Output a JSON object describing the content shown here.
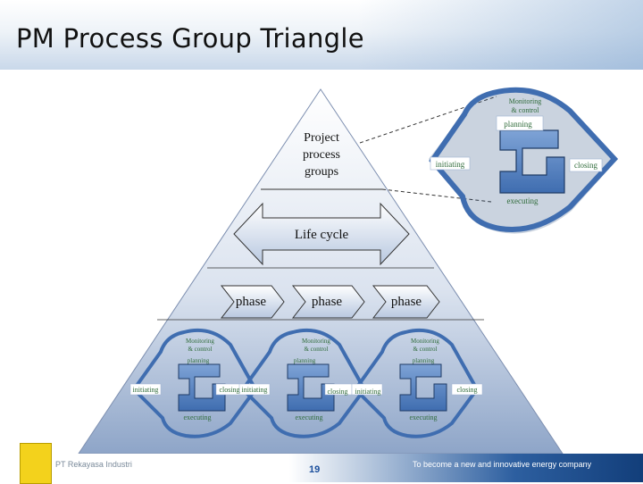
{
  "title": "PM Process Group Triangle",
  "top": {
    "label_line1": "Project",
    "label_line2": "process",
    "label_line3": "groups",
    "cycle": {
      "monitoring_line1": "Monitoring",
      "monitoring_line2": "& control",
      "planning": "planning",
      "initiating": "initiating",
      "closing": "closing",
      "executing": "executing"
    }
  },
  "life_cycle": "Life cycle",
  "phases": [
    "phase",
    "phase",
    "phase"
  ],
  "mini_cycles": [
    {
      "monitoring_line1": "Monitoring",
      "monitoring_line2": "& control",
      "planning": "planning",
      "initiating": "initiating",
      "closing": "closing",
      "executing": "executing"
    },
    {
      "monitoring_line1": "Monitoring",
      "monitoring_line2": "& control",
      "planning": "planning",
      "initiating": "initiating",
      "closing": "closing",
      "executing": "executing"
    },
    {
      "monitoring_line1": "Monitoring",
      "monitoring_line2": "& control",
      "planning": "planning",
      "initiating": "initiating",
      "closing": "closing",
      "executing": "executing"
    }
  ],
  "footer": {
    "company": "PT Rekayasa Industri",
    "page": "19",
    "tagline": "To become a new and innovative energy company"
  },
  "colors": {
    "triangle_top": "#ffffff",
    "triangle_bottom": "#8ea5c8",
    "cycle_blue": "#4d7cc0",
    "cycle_dark": "#1f3b66",
    "label_green": "#2f6b3a",
    "footer_blue": "#123e7a"
  }
}
